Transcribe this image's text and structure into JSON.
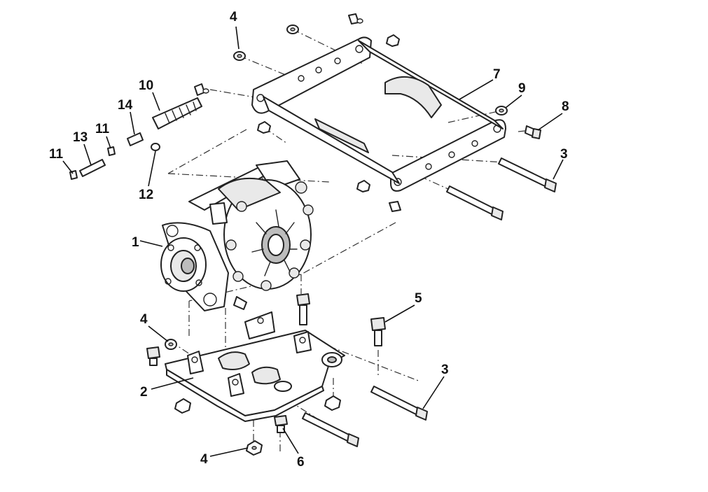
{
  "callouts": {
    "c1": "1",
    "c2": "2",
    "c3a": "3",
    "c3b": "3",
    "c4a": "4",
    "c4b": "4",
    "c4c": "4",
    "c5": "5",
    "c6": "6",
    "c7": "7",
    "c8": "8",
    "c9": "9",
    "c10": "10",
    "c11a": "11",
    "c11b": "11",
    "c12": "12",
    "c13": "13",
    "c14": "14"
  },
  "colors": {
    "ink": "#222222",
    "background": "#ffffff"
  }
}
